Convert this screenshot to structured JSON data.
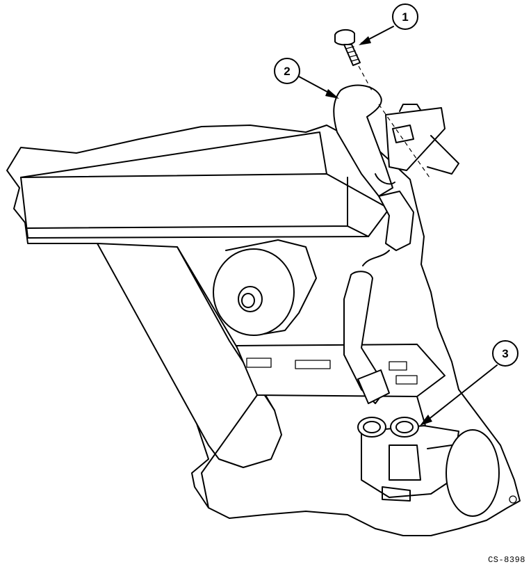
{
  "callouts": [
    {
      "id": "1",
      "label": "1"
    },
    {
      "id": "2",
      "label": "2"
    },
    {
      "id": "3",
      "label": "3"
    }
  ],
  "figure_id": "CS-8398"
}
